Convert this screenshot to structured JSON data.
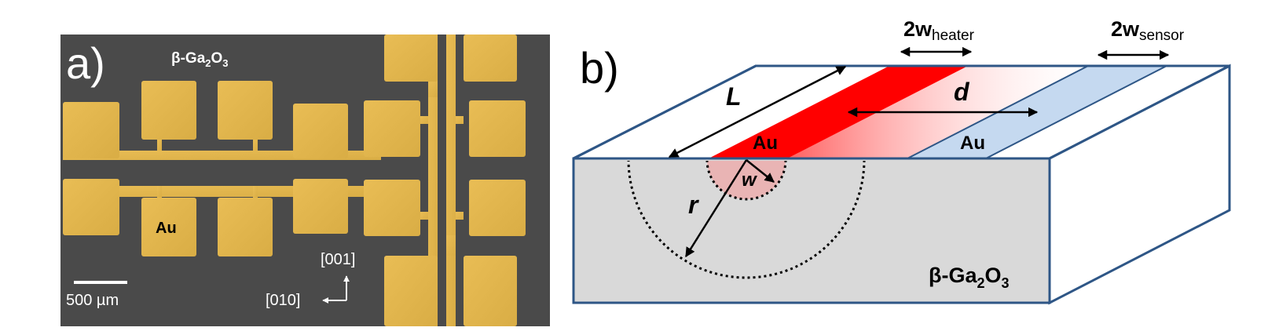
{
  "panel_a": {
    "label": "a)",
    "material": {
      "prefix": "β-Ga",
      "sub1": "2",
      "mid": "O",
      "sub2": "3"
    },
    "metal": "Au",
    "scalebar": "500 µm",
    "axis_up": "[001]",
    "axis_left": "[010]"
  },
  "panel_b": {
    "label": "b)",
    "heater_width": {
      "main": "2w",
      "sub": "heater"
    },
    "sensor_width": {
      "main": "2w",
      "sub": "sensor"
    },
    "length": "L",
    "distance": "d",
    "heater_metal": "Au",
    "sensor_metal": "Au",
    "radius": "r",
    "halfwidth": "w",
    "material": {
      "prefix": "β-Ga",
      "sub1": "2",
      "mid": "O",
      "sub2": "3"
    }
  },
  "colors": {
    "substrate_dark": "#4a4a4a",
    "gold": "#e3b64e",
    "heater": "#ff0000",
    "sensor": "#c5d9f0",
    "block_edge": "#2e5686",
    "block_face": "#d9d9d9"
  }
}
